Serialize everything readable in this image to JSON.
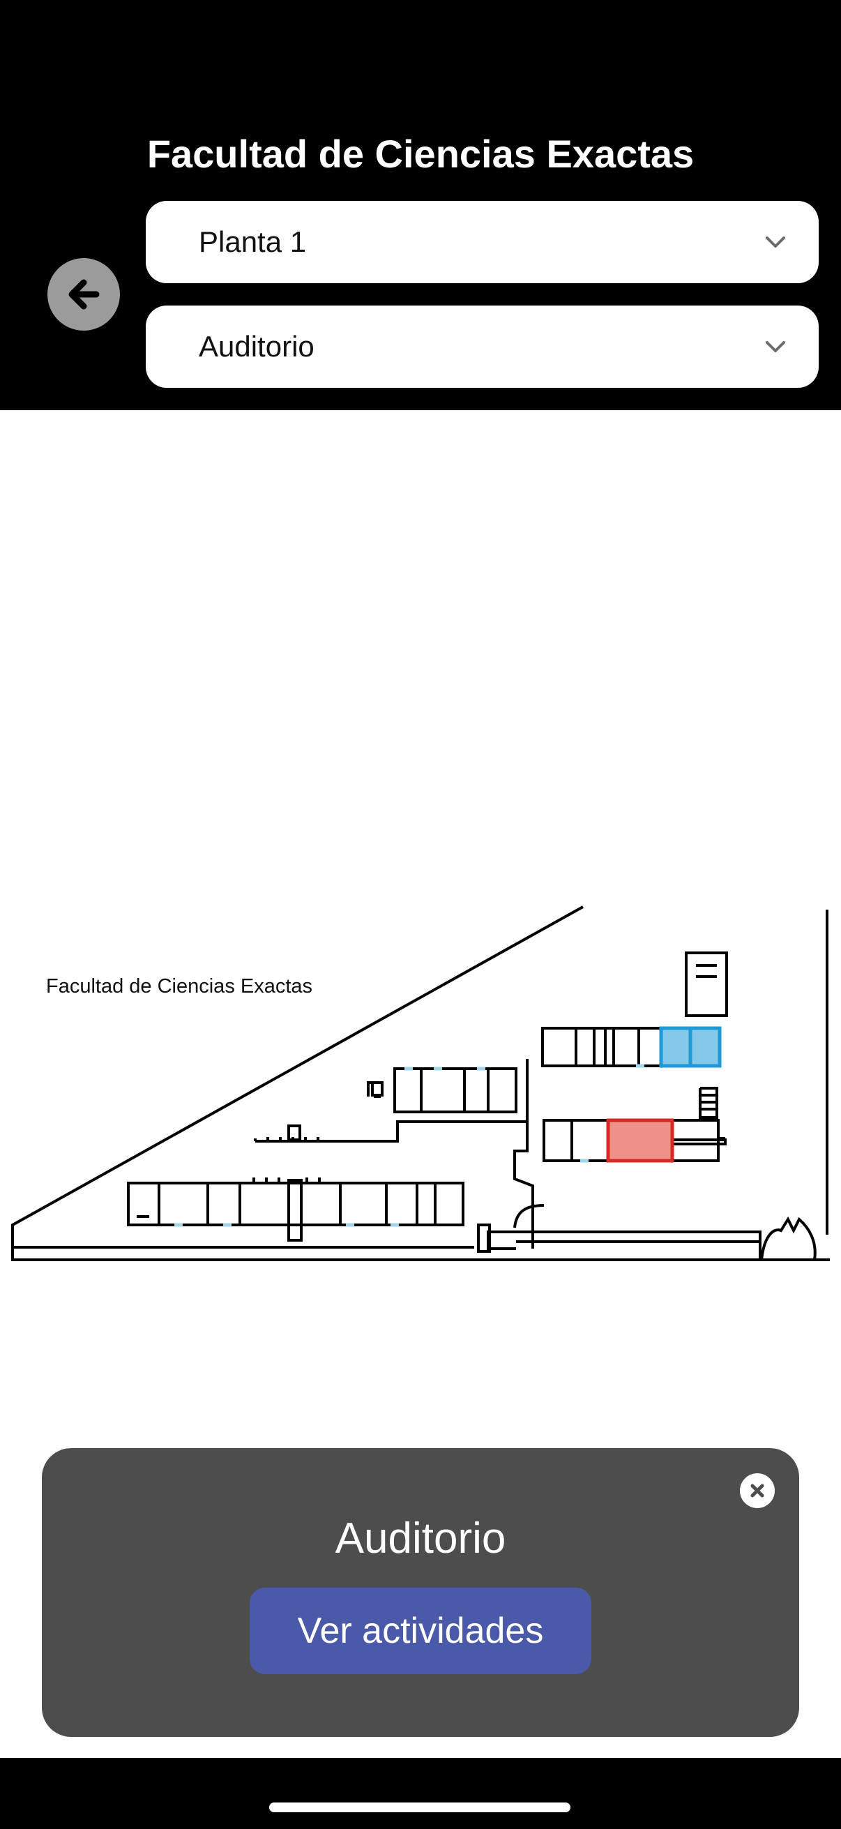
{
  "header": {
    "title": "Facultad de Ciencias Exactas",
    "back_icon": "arrow-left-icon"
  },
  "selectors": {
    "floor": {
      "value": "Planta 1",
      "icon": "chevron-down-icon"
    },
    "room": {
      "value": "Auditorio",
      "icon": "chevron-down-icon"
    }
  },
  "map": {
    "label": "Facultad de Ciencias Exactas",
    "highlight_colors": {
      "selected_room": "#e8413a",
      "other_room": "#1e9ad6"
    }
  },
  "panel": {
    "title": "Auditorio",
    "action_label": "Ver actividades",
    "close_icon": "close-icon"
  },
  "colors": {
    "header_bg": "#000000",
    "panel_bg": "#4d4d4d",
    "action_button": "#4a5aa8"
  }
}
